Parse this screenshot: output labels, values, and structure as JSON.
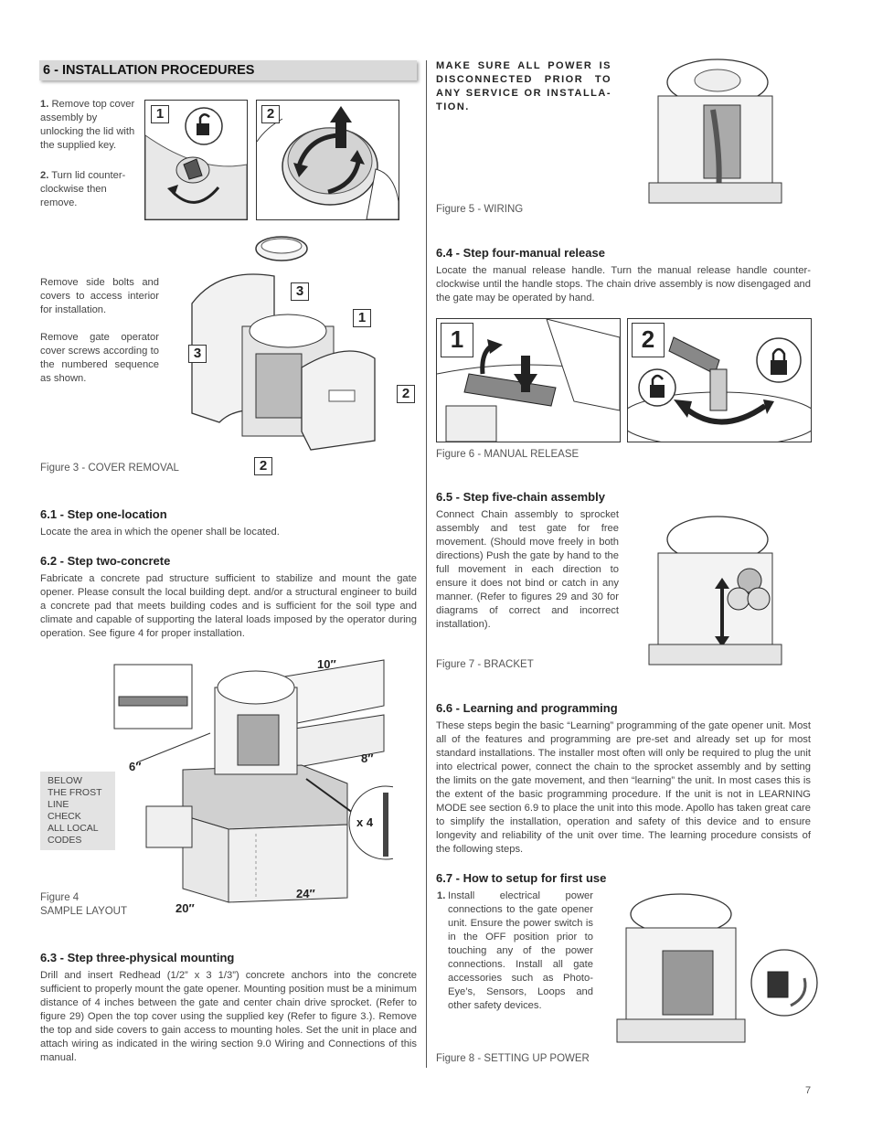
{
  "section": {
    "title": "6 - INSTALLATION PROCEDURES"
  },
  "warning": "MAKE SURE ALL POWER IS DISCONNECTED PRIOR TO ANY SERVICE OR INSTALLA-TION.",
  "step1": {
    "num": "1.",
    "text": " Remove top cover assembly by unlocking the lid with the supplied key."
  },
  "step2": {
    "num": "2.",
    "text": " Turn lid counter-clockwise then remove."
  },
  "fig_labels": {
    "one": "1",
    "two": "2",
    "three": "3"
  },
  "cover_text": {
    "p1": "Remove side bolts and covers to access interior for installation.",
    "p2": "Remove gate operator cover screws according to the numbered sequence as shown."
  },
  "captions": {
    "fig3": "Figure 3 - COVER REMOVAL",
    "fig4_line1": "Figure 4",
    "fig4_line2": "SAMPLE LAYOUT",
    "fig5": "Figure 5 - WIRING",
    "fig6": "Figure 6 - MANUAL RELEASE",
    "fig7": "Figure 7 - BRACKET",
    "fig8": "Figure 8 - SETTING UP POWER"
  },
  "s61": {
    "title": "6.1 - Step one-location",
    "text": "Locate the area in which the opener shall be located."
  },
  "s62": {
    "title": "6.2 - Step two-concrete",
    "text": "Fabricate a concrete pad structure sufficient to stabilize and mount the gate opener. Please consult the local building dept. and/or a structural engineer to build a concrete pad that meets building codes and is sufficient for the soil type and climate and capable of supporting the lateral loads imposed by the operator during operation. See figure 4 for proper installation."
  },
  "frost_note": [
    "BELOW",
    "THE FROST",
    "LINE",
    "CHECK",
    "ALL LOCAL",
    "CODES"
  ],
  "dims": {
    "d10": "10″",
    "d6": "6″",
    "d8": "8″",
    "x4": "x 4",
    "d24": "24″",
    "d20": "20″"
  },
  "s63": {
    "title": "6.3 - Step three-physical mounting",
    "text": "Drill and insert Redhead (1/2” x 3 1/3”) concrete anchors into the concrete sufficient to properly mount the gate opener. Mounting position must be a minimum distance of 4 inches between the gate and center chain drive sprocket. (Refer to figure 29) Open the top cover using the supplied key (Refer to figure 3.). Remove the top and side covers to gain access to mounting holes. Set the unit in place and attach wiring as indicated in the wiring section 9.0 Wiring and Connections of this manual."
  },
  "s64": {
    "title": "6.4 - Step four-manual release",
    "text": "Locate the manual release handle. Turn the manual release handle counter-clockwise until the handle stops. The chain drive assembly is now disengaged and the gate may be operated by hand."
  },
  "s65": {
    "title": "6.5 - Step five-chain assembly",
    "text": "Connect Chain assembly to sprocket assembly and test gate for free movement. (Should move freely in both directions) Push the gate by hand to the full movement in each direction to ensure it does not bind or catch in any manner. (Refer to figures 29 and 30 for diagrams of correct and incorrect installation)."
  },
  "s66": {
    "title": "6.6 - Learning and programming",
    "text": "These steps begin the basic “Learning” programming of the gate opener unit. Most all of the features and programming are pre-set and already set up for most standard installations. The installer most often will only be required to plug the unit into electrical power, connect the chain to the sprocket assembly and by setting the limits on the gate movement, and then “learning” the unit. In most cases this is the extent of the basic programming procedure. If the unit is not in LEARNING MODE see section 6.9 to place the unit into this mode. Apollo has taken great care to simplify the installation, operation and safety of this device and to ensure longevity and reliability of the unit over time. The learning procedure consists of the following steps."
  },
  "s67": {
    "title": "6.7 - How to setup for first use",
    "num": "1.",
    "text": "Install electrical power connections to the gate opener unit. Ensure the power switch is in the OFF position prior to touching any of the power connections. Install all gate accessories such as Photo-Eye’s, Sensors, Loops and other safety devices."
  },
  "page_number": "7"
}
